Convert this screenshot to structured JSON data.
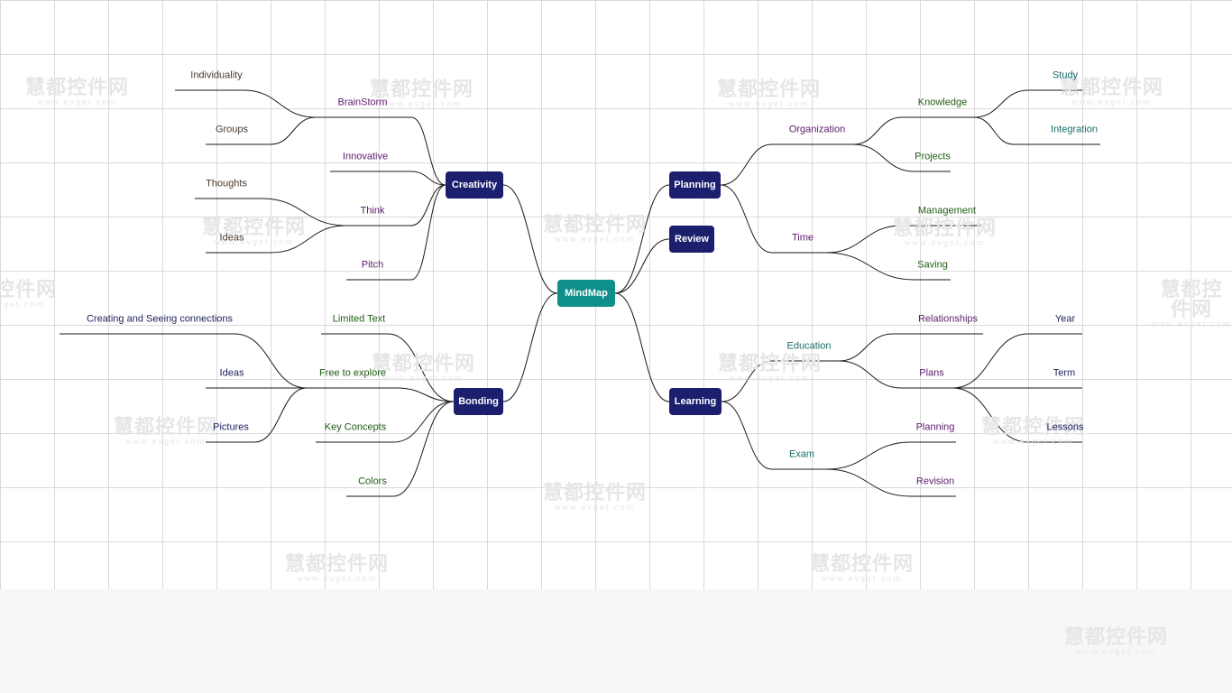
{
  "colors": {
    "root_fill": "#0e8f8b",
    "main_fill": "#1b1f6e",
    "line": "#1a1a1a",
    "purple": "#5c1a6b",
    "green": "#1f5d14",
    "teal": "#176b68",
    "navy": "#1b1f5a",
    "brown": "#4a3a2a"
  },
  "root": {
    "label": "MindMap"
  },
  "main": {
    "creativity": "Creativity",
    "bonding": "Bonding",
    "planning": "Planning",
    "review": "Review",
    "learning": "Learning"
  },
  "branches": {
    "brainstorm": "BrainStorm",
    "individuality": "Individuality",
    "groups": "Groups",
    "innovative": "Innovative",
    "think": "Think",
    "thoughts": "Thoughts",
    "ideas_left": "Ideas",
    "pitch": "Pitch",
    "limited_text": "Limited Text",
    "free_to_explore": "Free to explore",
    "creating_connections": "Creating and Seeing connections",
    "ideas_bonding": "Ideas",
    "pictures": "Pictures",
    "key_concepts": "Key Concepts",
    "colors_label": "Colors",
    "organization": "Organization",
    "knowledge": "Knowledge",
    "study": "Study",
    "integration": "Integration",
    "projects": "Projects",
    "time": "Time",
    "management": "Management",
    "saving": "Saving",
    "education": "Education",
    "relationships": "Relationships",
    "plans": "Plans",
    "year": "Year",
    "term": "Term",
    "lessons": "Lessons",
    "exam": "Exam",
    "planning_sub": "Planning",
    "revision": "Revision"
  },
  "watermark": {
    "text": "慧都控件网",
    "url": "www.evget.com"
  }
}
